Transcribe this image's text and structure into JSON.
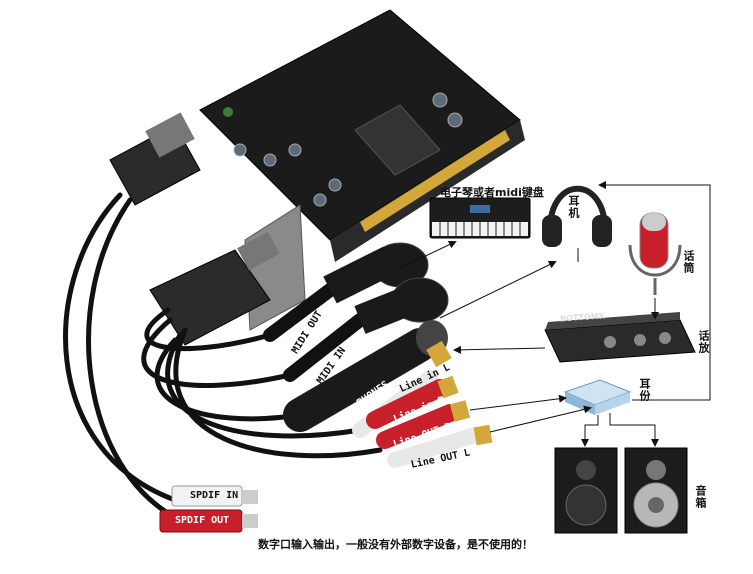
{
  "labels": {
    "keyboard": "电子琴或者midi键盘",
    "headphones": "耳机",
    "microphone": "话筒",
    "preamp": "话放",
    "splitter": "耳份",
    "speakers": "音箱",
    "midi_out": "MIDI OUT",
    "midi_in": "MIDI IN",
    "phones": "PHONES",
    "line_in_l": "Line in L",
    "line_in_r": "Line in R",
    "line_out_r": "Line OUT R",
    "line_out_l": "Line OUT L",
    "spdif_in": "SPDIF IN",
    "spdif_out": "SPDIF OUT",
    "caption": "数字口输入输出，一般没有外部数字设备，是不使用的！",
    "preamp_brand": "BOTTOMK"
  },
  "colors": {
    "pcb": "#1b1b1b",
    "cable": "#111111",
    "rca_red": "#c8202a",
    "rca_white": "#f2f2f2",
    "gold": "#d4a73a",
    "splitter_blue": "#8fb7d8"
  }
}
